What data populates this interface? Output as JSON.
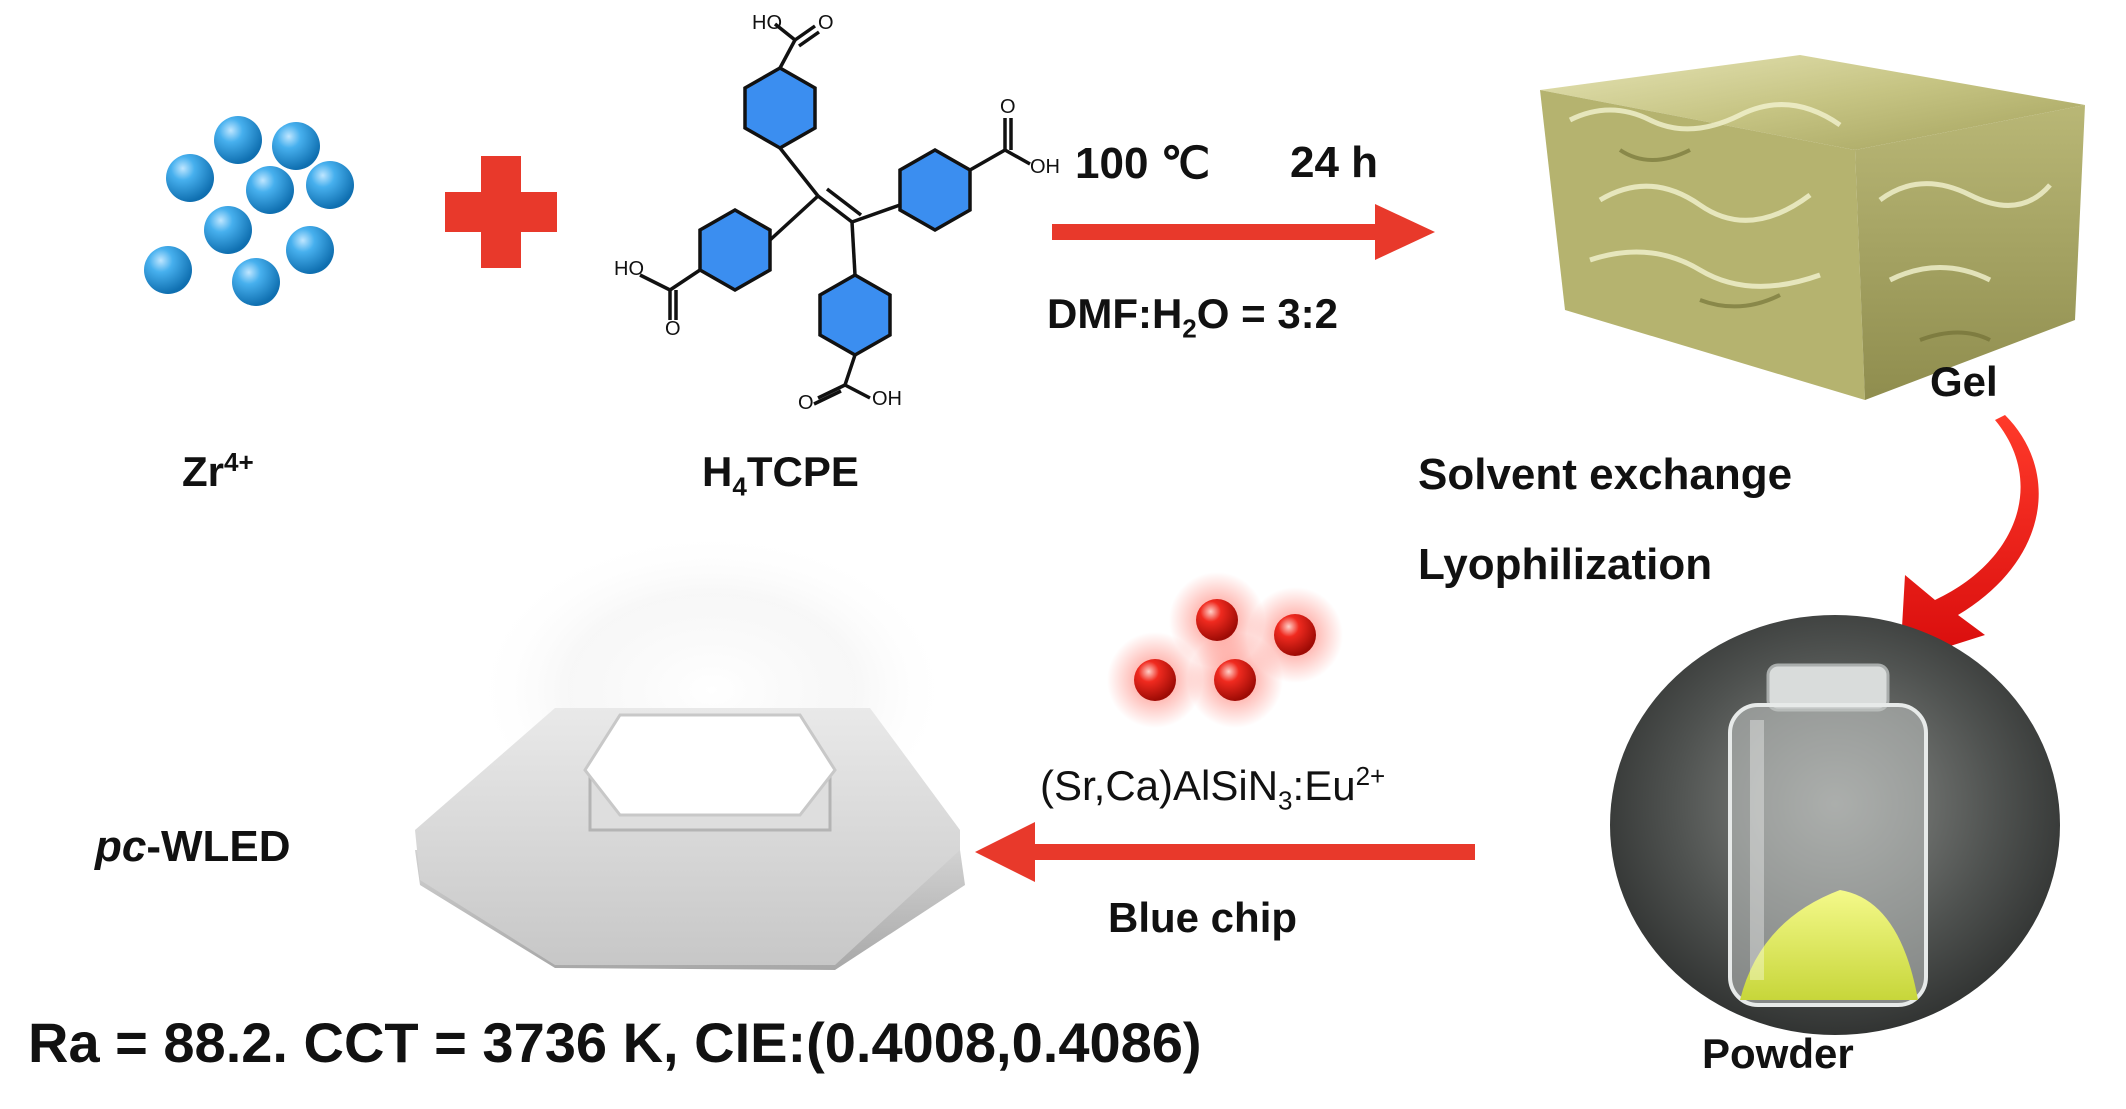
{
  "reactants": {
    "metal": {
      "base": "Zr",
      "sup": "4+"
    },
    "linker": {
      "pre": "H",
      "sub": "4",
      "post": "TCPE"
    },
    "linker_groups": [
      "HO",
      "O",
      "OH",
      "HO",
      "O",
      "O",
      "OH",
      "O"
    ]
  },
  "step1": {
    "temperature": "100 ℃",
    "time": "24 h",
    "solvent": {
      "pre": "DMF:H",
      "sub": "2",
      "post": "O = 3:2"
    }
  },
  "gel_label": "Gel",
  "step2": {
    "line1": "Solvent exchange",
    "line2": "Lyophilization"
  },
  "powder_label": "Powder",
  "step3": {
    "phosphor": {
      "pre": "(Sr,Ca)AlSiN",
      "sub": "3",
      "mid": ":Eu",
      "sup": "2+"
    },
    "chip": "Blue chip"
  },
  "device": {
    "italic": "pc",
    "rest": "-WLED"
  },
  "result": "Ra = 88.2. CCT = 3736 K, CIE:(0.4008,0.4086)",
  "colors": {
    "arrow": "#e8392b",
    "zr_sphere": "#2f9be0",
    "phosphor_sphere": "#e81e1e",
    "benzene": "#3b8ef0",
    "gel": "#c9c78a"
  }
}
